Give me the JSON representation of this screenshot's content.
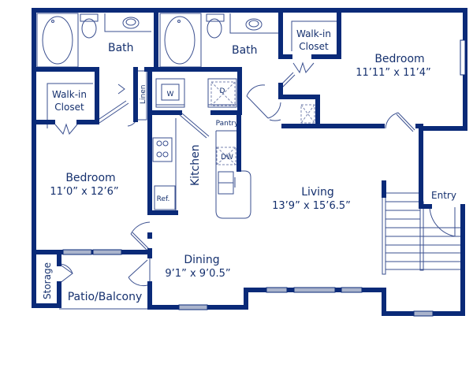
{
  "colors": {
    "wall": "#0a2a78",
    "fixture": "#3a4f8f",
    "window_fill": "#aab4cc",
    "text": "#15306e",
    "background": "#ffffff"
  },
  "rooms": {
    "bath1": {
      "label": "Bath"
    },
    "bath2": {
      "label": "Bath"
    },
    "closet_left": {
      "line1": "Walk-in",
      "line2": "Closet"
    },
    "closet_right": {
      "line1": "Walk-in",
      "line2": "Closet"
    },
    "linen": {
      "label": "Linen"
    },
    "bedroom_right": {
      "label": "Bedroom",
      "dims": "11’11” x 11’4”"
    },
    "bedroom_left": {
      "label": "Bedroom",
      "dims": "11’0” x 12’6”"
    },
    "kitchen": {
      "label": "Kitchen"
    },
    "pantry": {
      "label": "Pantry"
    },
    "living": {
      "label": "Living",
      "dims": "13’9” x 15’6.5”"
    },
    "entry": {
      "label": "Entry"
    },
    "dining": {
      "label": "Dining",
      "dims": "9’1” x 9’0.5”"
    },
    "storage": {
      "label": "Storage"
    },
    "patio": {
      "label": "Patio/Balcony"
    }
  },
  "appliances": {
    "washer": "W",
    "dryer": "D",
    "dishwasher": "DW",
    "refrigerator": "Ref."
  }
}
